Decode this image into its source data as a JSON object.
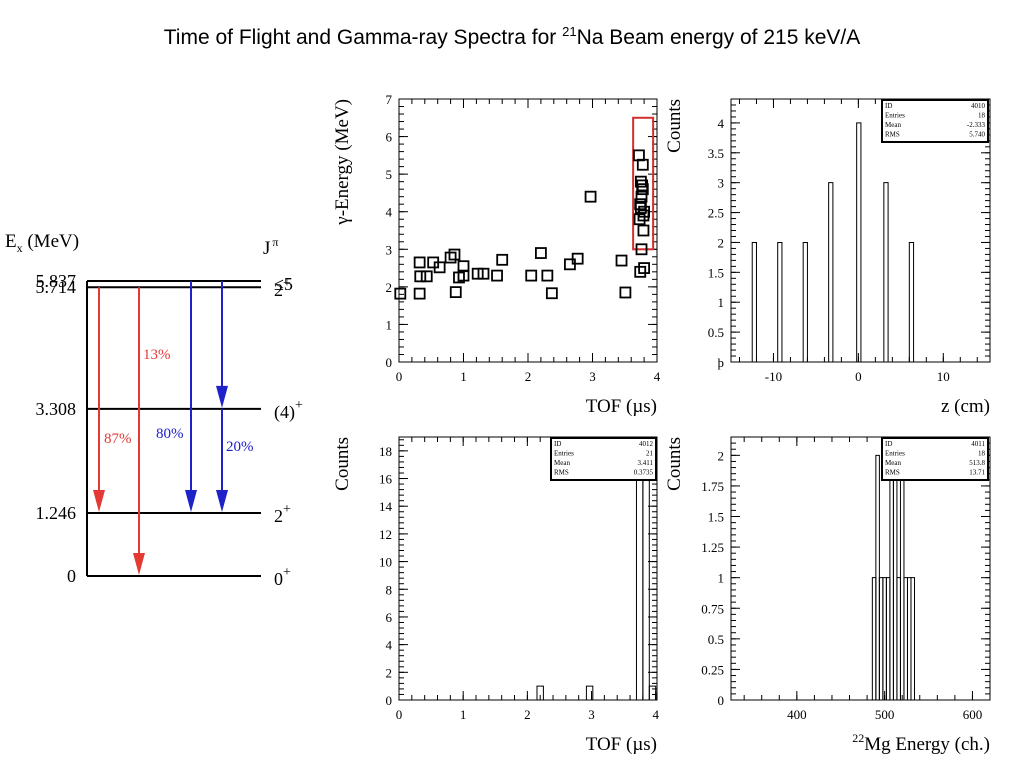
{
  "slide": {
    "title_prefix": "Time of Flight and Gamma-ray Spectra for ",
    "title_mass": "21",
    "title_suffix": "Na Beam energy of 215 keV/A"
  },
  "level_scheme": {
    "ex_label": "E",
    "ex_sub": "x",
    "ex_unit": " (MeV)",
    "jpi_label": "J",
    "jpi_sup": "π",
    "levels": [
      {
        "energy": "5.837",
        "jpi": "≤5",
        "jpi_sup": ""
      },
      {
        "energy": "5.714",
        "jpi": "2",
        "jpi_sup": "+"
      },
      {
        "energy": "3.308",
        "jpi": "(4)",
        "jpi_sup": "+"
      },
      {
        "energy": "1.246",
        "jpi": "2",
        "jpi_sup": "+"
      },
      {
        "energy": "0",
        "jpi": "0",
        "jpi_sup": "+"
      }
    ],
    "level_values": [
      5.837,
      5.714,
      3.308,
      1.246,
      0
    ],
    "transitions": [
      {
        "from": 5.714,
        "to": 1.246,
        "label": "87%",
        "color": "#e53935"
      },
      {
        "from": 5.714,
        "to": 0,
        "label": "13%",
        "color": "#e53935"
      },
      {
        "from": 5.837,
        "to": 1.246,
        "label": "80%",
        "color": "#1e22c8"
      },
      {
        "from": 5.837,
        "to": 3.308,
        "label": "",
        "color": "#1e22c8"
      },
      {
        "from": 3.308,
        "to": 1.246,
        "label": "20%",
        "color": "#1e22c8"
      }
    ]
  },
  "chart_data": [
    {
      "type": "scatter",
      "xlabel": "TOF (µs)",
      "ylabel": "γ-Energy (MeV)",
      "xlim": [
        0,
        4
      ],
      "ylim": [
        0,
        7
      ],
      "xticks": [
        0,
        1,
        2,
        3,
        4
      ],
      "yticks": [
        0,
        1,
        2,
        3,
        4,
        5,
        6,
        7
      ],
      "highlight_box": {
        "x": [
          3.63,
          3.94
        ],
        "y": [
          3.0,
          6.5
        ],
        "color": "#d32f2f"
      },
      "points": [
        [
          0.02,
          1.82
        ],
        [
          0.32,
          1.82
        ],
        [
          0.32,
          2.65
        ],
        [
          0.33,
          2.28
        ],
        [
          0.43,
          2.28
        ],
        [
          0.53,
          2.65
        ],
        [
          0.63,
          2.52
        ],
        [
          0.8,
          2.78
        ],
        [
          0.86,
          2.86
        ],
        [
          0.88,
          1.86
        ],
        [
          0.93,
          2.25
        ],
        [
          1.0,
          2.3
        ],
        [
          1.0,
          2.55
        ],
        [
          1.22,
          2.35
        ],
        [
          1.31,
          2.35
        ],
        [
          1.52,
          2.3
        ],
        [
          1.6,
          2.72
        ],
        [
          2.05,
          2.3
        ],
        [
          2.2,
          2.9
        ],
        [
          2.3,
          2.3
        ],
        [
          2.37,
          1.83
        ],
        [
          2.65,
          2.6
        ],
        [
          2.77,
          2.75
        ],
        [
          2.97,
          4.4
        ],
        [
          3.45,
          2.7
        ],
        [
          3.51,
          1.85
        ],
        [
          3.72,
          5.5
        ],
        [
          3.75,
          4.8
        ],
        [
          3.78,
          4.6
        ],
        [
          3.76,
          4.4
        ],
        [
          3.74,
          4.2
        ],
        [
          3.8,
          4.0
        ],
        [
          3.73,
          3.8
        ],
        [
          3.79,
          3.5
        ],
        [
          3.76,
          3.0
        ],
        [
          3.74,
          2.4
        ],
        [
          3.8,
          2.5
        ],
        [
          3.78,
          5.25
        ],
        [
          3.77,
          4.7
        ],
        [
          3.75,
          4.1
        ],
        [
          3.79,
          3.9
        ]
      ]
    },
    {
      "type": "bar",
      "xlabel": "z (cm)",
      "ylabel": "Counts",
      "xlim": [
        -15,
        15.5
      ],
      "ylim": [
        0,
        4.4
      ],
      "xticks": [
        -10,
        0,
        10
      ],
      "yticks": [
        0,
        0.5,
        1,
        1.5,
        2,
        2.5,
        3,
        3.5,
        4
      ],
      "ytick_labels": [
        "þ",
        "0.5",
        "1",
        "1.5",
        "2",
        "2.5",
        "3",
        "3.5",
        "4"
      ],
      "bin_width": 0.5,
      "bins": [
        [
          -12.5,
          2
        ],
        [
          -9.5,
          2
        ],
        [
          -6.5,
          2
        ],
        [
          -3.5,
          3
        ],
        [
          -0.2,
          4
        ],
        [
          3.0,
          3
        ],
        [
          6.0,
          2
        ]
      ],
      "stats": [
        [
          "ID",
          "4010"
        ],
        [
          "Entries",
          "18"
        ],
        [
          "Mean",
          "-2.333"
        ],
        [
          "RMS",
          "5.740"
        ]
      ]
    },
    {
      "type": "bar",
      "xlabel": "TOF (µs)",
      "ylabel": "Counts",
      "xlim": [
        0,
        4.02
      ],
      "ylim": [
        0,
        19
      ],
      "xticks": [
        0,
        1,
        2,
        3,
        4
      ],
      "yticks": [
        0,
        2,
        4,
        6,
        8,
        10,
        12,
        14,
        16,
        18
      ],
      "bin_width": 0.1,
      "bins": [
        [
          2.15,
          1
        ],
        [
          2.92,
          1
        ],
        [
          3.7,
          17
        ],
        [
          3.8,
          17
        ],
        [
          3.9,
          1
        ]
      ],
      "stats": [
        [
          "ID",
          "4012"
        ],
        [
          "Entries",
          "21"
        ],
        [
          "Mean",
          "3.411"
        ],
        [
          "RMS",
          "0.3735"
        ]
      ]
    },
    {
      "type": "bar",
      "xlabel": "Mg Energy (ch.)",
      "xlabel_sup": "22",
      "ylabel": "Counts",
      "xlim": [
        325,
        620
      ],
      "ylim": [
        0,
        2.15
      ],
      "xticks": [
        400,
        500,
        600
      ],
      "yticks": [
        0,
        0.25,
        0.5,
        0.75,
        1,
        1.25,
        1.5,
        1.75,
        2
      ],
      "bin_width": 4,
      "bins": [
        [
          486,
          1
        ],
        [
          490,
          2
        ],
        [
          494,
          1
        ],
        [
          498,
          1
        ],
        [
          502,
          1
        ],
        [
          506,
          2
        ],
        [
          510,
          2
        ],
        [
          514,
          1
        ],
        [
          518,
          2
        ],
        [
          522,
          1
        ],
        [
          526,
          1
        ],
        [
          530,
          1
        ]
      ],
      "stats": [
        [
          "ID",
          "4011"
        ],
        [
          "Entries",
          "18"
        ],
        [
          "Mean",
          "513.8"
        ],
        [
          "RMS",
          "13.71"
        ]
      ]
    }
  ]
}
